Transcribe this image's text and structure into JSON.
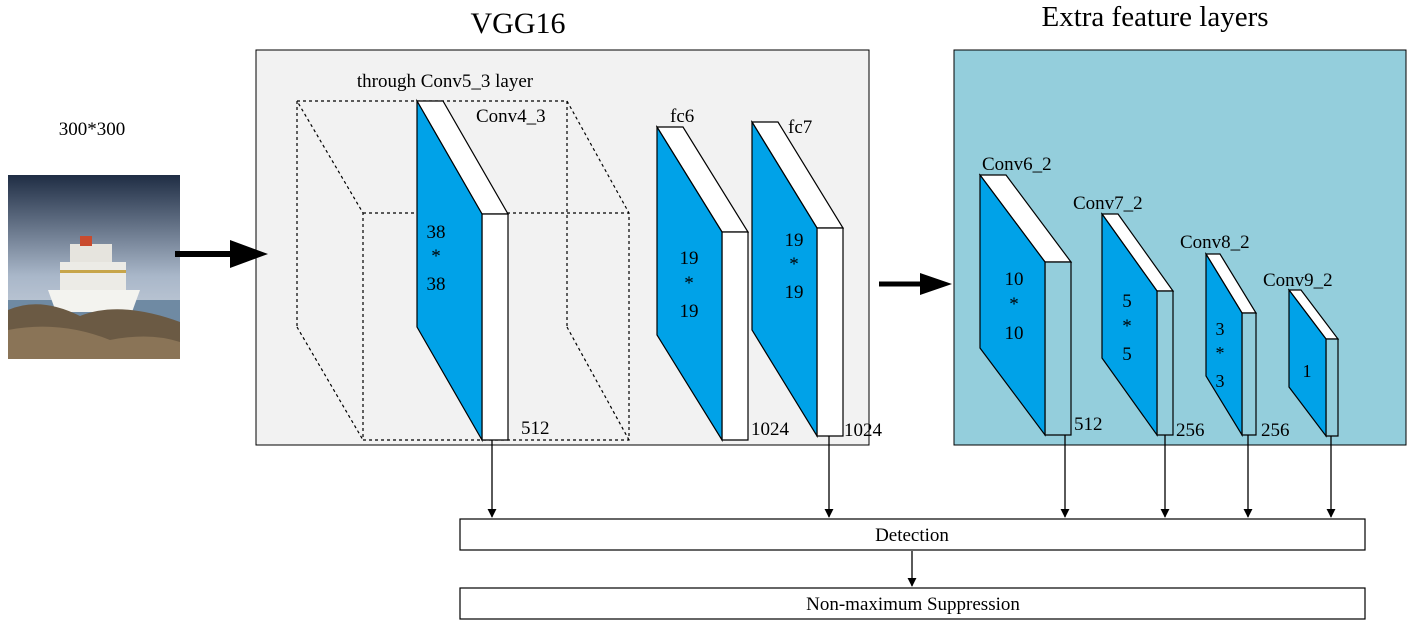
{
  "input": {
    "size_label": "300*300",
    "image_name": "cruise-ship-photo"
  },
  "vgg": {
    "title": "VGG16",
    "through_label": "through Conv5_3 layer"
  },
  "extra": {
    "title": "Extra feature layers"
  },
  "layers": [
    {
      "id": "conv4_3",
      "name": "Conv4_3",
      "dim_top": "38",
      "dim_mid": "*",
      "dim_bot": "38",
      "channels": "512"
    },
    {
      "id": "fc6",
      "name": "fc6",
      "dim_top": "19",
      "dim_mid": "*",
      "dim_bot": "19",
      "channels": "1024"
    },
    {
      "id": "fc7",
      "name": "fc7",
      "dim_top": "19",
      "dim_mid": "*",
      "dim_bot": "19",
      "channels": "1024"
    },
    {
      "id": "conv6_2",
      "name": "Conv6_2",
      "dim_top": "10",
      "dim_mid": "*",
      "dim_bot": "10",
      "channels": "512"
    },
    {
      "id": "conv7_2",
      "name": "Conv7_2",
      "dim_top": "5",
      "dim_mid": "*",
      "dim_bot": "5",
      "channels": "256"
    },
    {
      "id": "conv8_2",
      "name": "Conv8_2",
      "dim_top": "3",
      "dim_mid": "*",
      "dim_bot": "3",
      "channels": "256"
    },
    {
      "id": "conv9_2",
      "name": "Conv9_2",
      "dim_top": "1",
      "channels": ""
    }
  ],
  "detection": {
    "label": "Detection"
  },
  "nms": {
    "label": "Non-maximum Suppression"
  },
  "colors": {
    "vgg_panel": "#f2f2f2",
    "extra_panel": "#94cedc",
    "layer_face": "#00a2e8",
    "layer_side": "#ffffff",
    "stroke": "#000000"
  }
}
